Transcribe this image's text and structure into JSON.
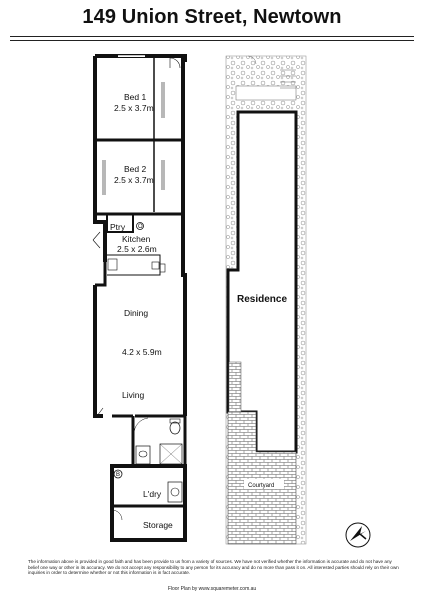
{
  "title": "149 Union Street, Newtown",
  "floor_plan": {
    "rooms": [
      {
        "name": "Bed 1",
        "size": "2.5 x 3.7m"
      },
      {
        "name": "Bed 2",
        "size": "2.5 x 3.7m"
      },
      {
        "name": "Ptry",
        "size": ""
      },
      {
        "name": "Kitchen",
        "size": "2.5 x 2.6m"
      },
      {
        "name": "Dining",
        "size": ""
      },
      {
        "name": "Living",
        "size": "4.2 x 5.9m"
      },
      {
        "name": "L'dry",
        "size": ""
      },
      {
        "name": "Storage",
        "size": ""
      }
    ],
    "fixture_labels": {
      "pantry_o": "O",
      "laundry_b": "B"
    }
  },
  "site_plan": {
    "residence_label": "Residence",
    "courtyard_label": "Courtyard"
  },
  "disclaimer": "The information above is provided in good faith and has been provide to us from a variety of sources. We have not verified whether the information is accurate and do not have any belief one way or other in its accuracy. We do not accept any responsibility to any person for its accuracy and do no more than pass it on. All interested parties should rely on their own inquiries in order to determine whether or not this information is in fact accurate.",
  "credit": "Floor Plan by www.squaremeter.com.au"
}
